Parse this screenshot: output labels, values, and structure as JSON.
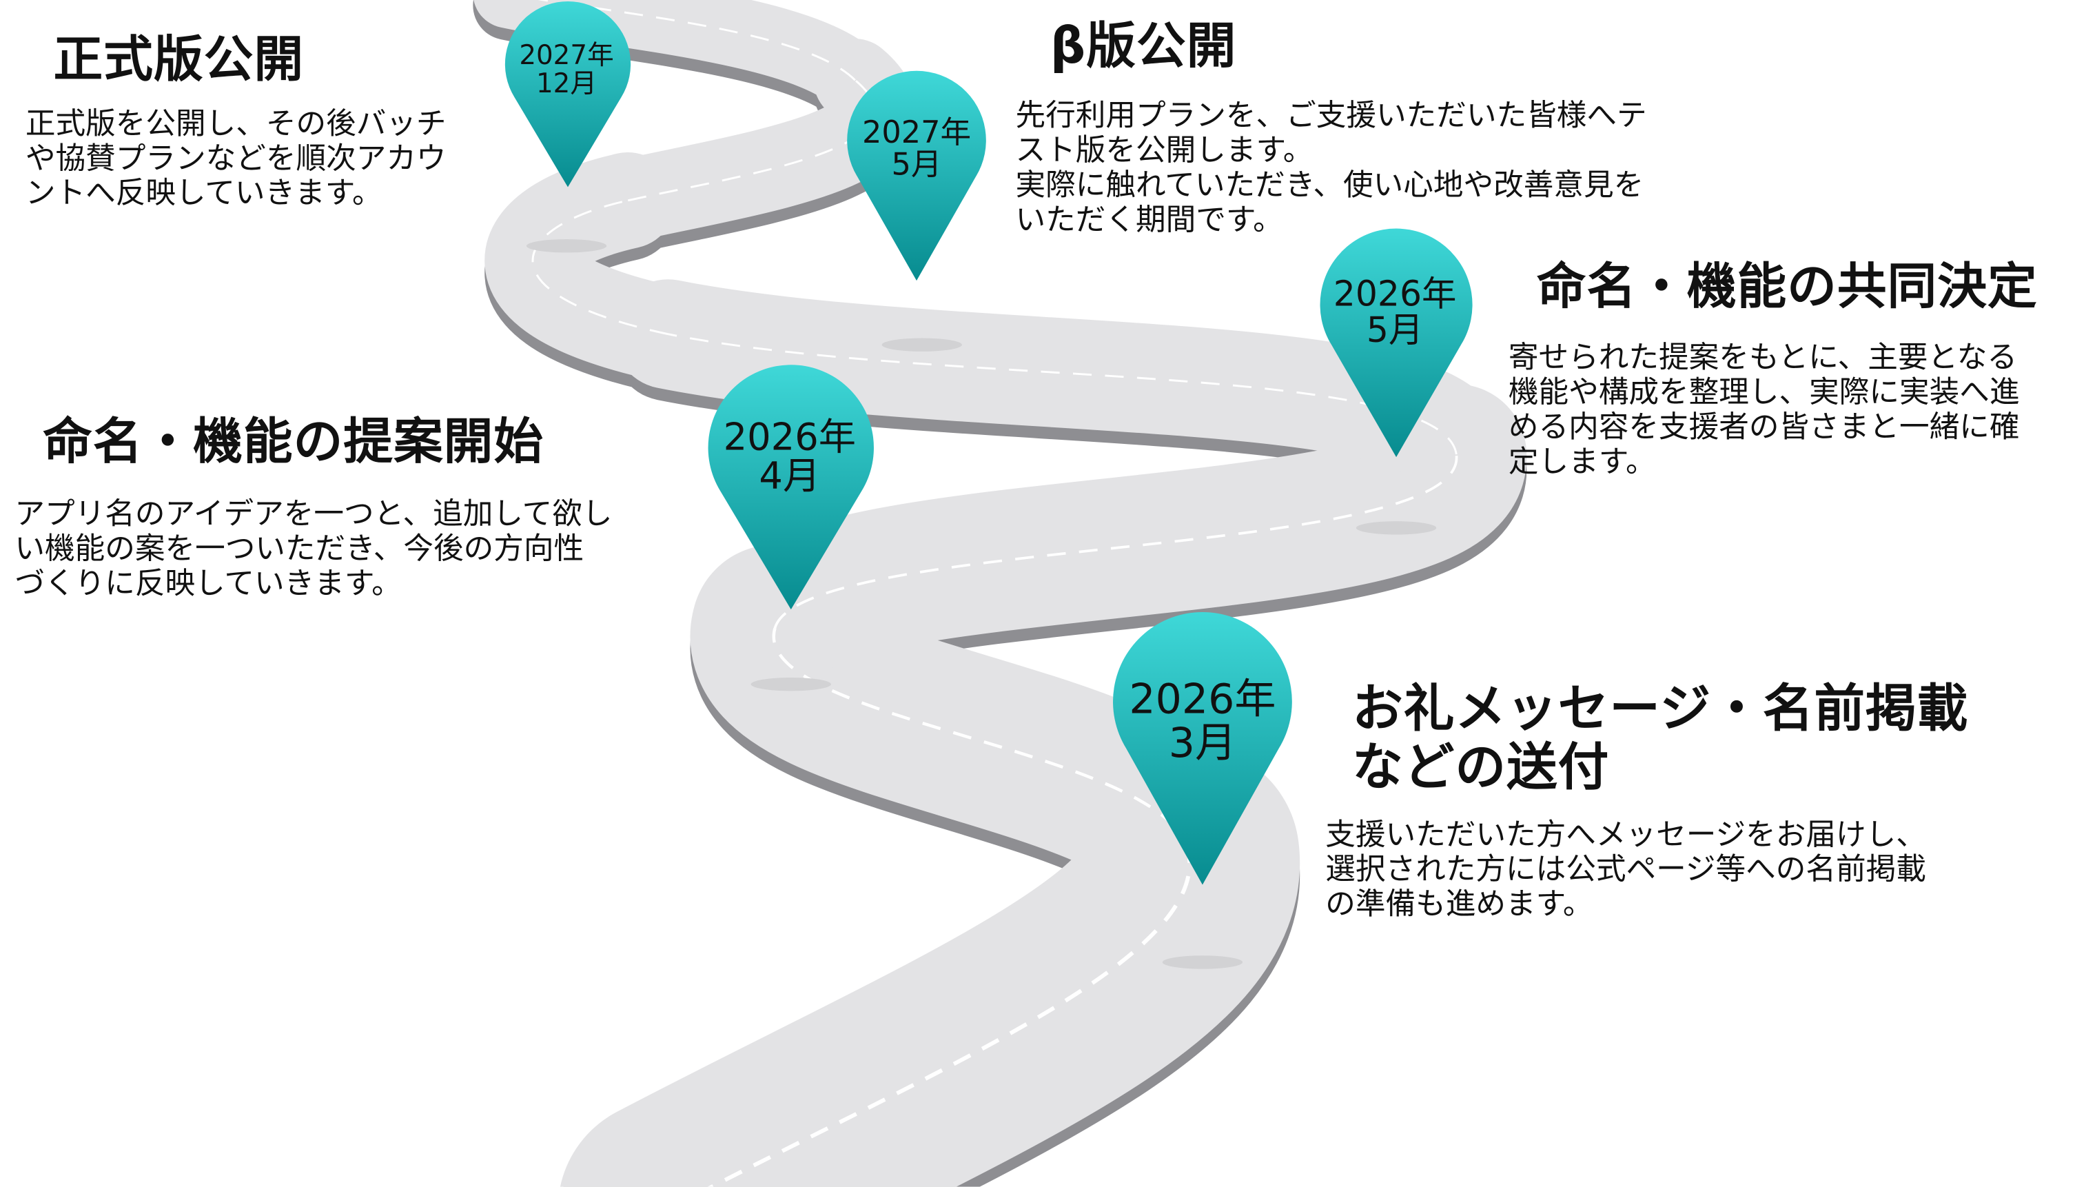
{
  "milestones": [
    {
      "date": [
        "2027年",
        "12月"
      ],
      "title": [
        "正式版公開"
      ],
      "body": [
        "正式版を公開し、その後バッチ",
        "や協賛プランなどを順次アカウ",
        "ントへ反映していきます。"
      ]
    },
    {
      "date": [
        "2027年",
        "5月"
      ],
      "title": [
        "β版公開"
      ],
      "body": [
        "先行利用プランを、ご支援いただいた皆様へテ",
        "スト版を公開します。",
        "実際に触れていただき、使い心地や改善意見を",
        "いただく期間です。"
      ]
    },
    {
      "date": [
        "2026年",
        "5月"
      ],
      "title": [
        "命名・機能の共同決定"
      ],
      "body": [
        "寄せられた提案をもとに、主要となる",
        "機能や構成を整理し、実際に実装へ進",
        "める内容を支援者の皆さまと一緒に確",
        "定します。"
      ]
    },
    {
      "date": [
        "2026年",
        "4月"
      ],
      "title": [
        "命名・機能の提案開始"
      ],
      "body": [
        "アプリ名のアイデアを一つと、追加して欲し",
        "い機能の案を一ついただき、今後の方向性",
        "づくりに反映していきます。"
      ]
    },
    {
      "date": [
        "2026年",
        "3月"
      ],
      "title": [
        "お礼メッセージ・名前掲載",
        "などの送付"
      ],
      "body": [
        "支援いただいた方へメッセージをお届けし、",
        "選択された方には公式ページ等への名前掲載",
        "の準備も進めます。"
      ]
    }
  ],
  "colors": {
    "pin_top": "#3fd8d8",
    "pin_bottom": "#078b8f",
    "road": "#e3e3e5",
    "road_edge": "#8e8e92"
  }
}
